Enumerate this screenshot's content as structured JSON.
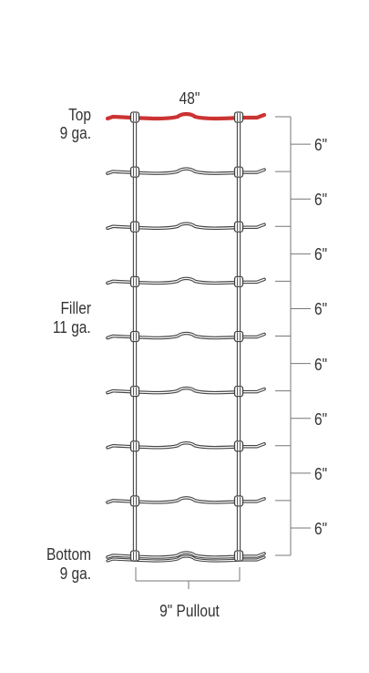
{
  "diagram": {
    "top_width_label": "48\"",
    "top_wire": {
      "name": "Top",
      "gauge": "9 ga.",
      "color": "#cc3333"
    },
    "filler_wire": {
      "name": "Filler",
      "gauge": "11 ga."
    },
    "bottom_wire": {
      "name": "Bottom",
      "gauge": "9 ga."
    },
    "spacings": [
      "6\"",
      "6\"",
      "6\"",
      "6\"",
      "6\"",
      "6\"",
      "6\"",
      "6\""
    ],
    "pullout_label": "9\" Pullout",
    "wire_color": "#444444",
    "dimension_color": "#777777"
  }
}
